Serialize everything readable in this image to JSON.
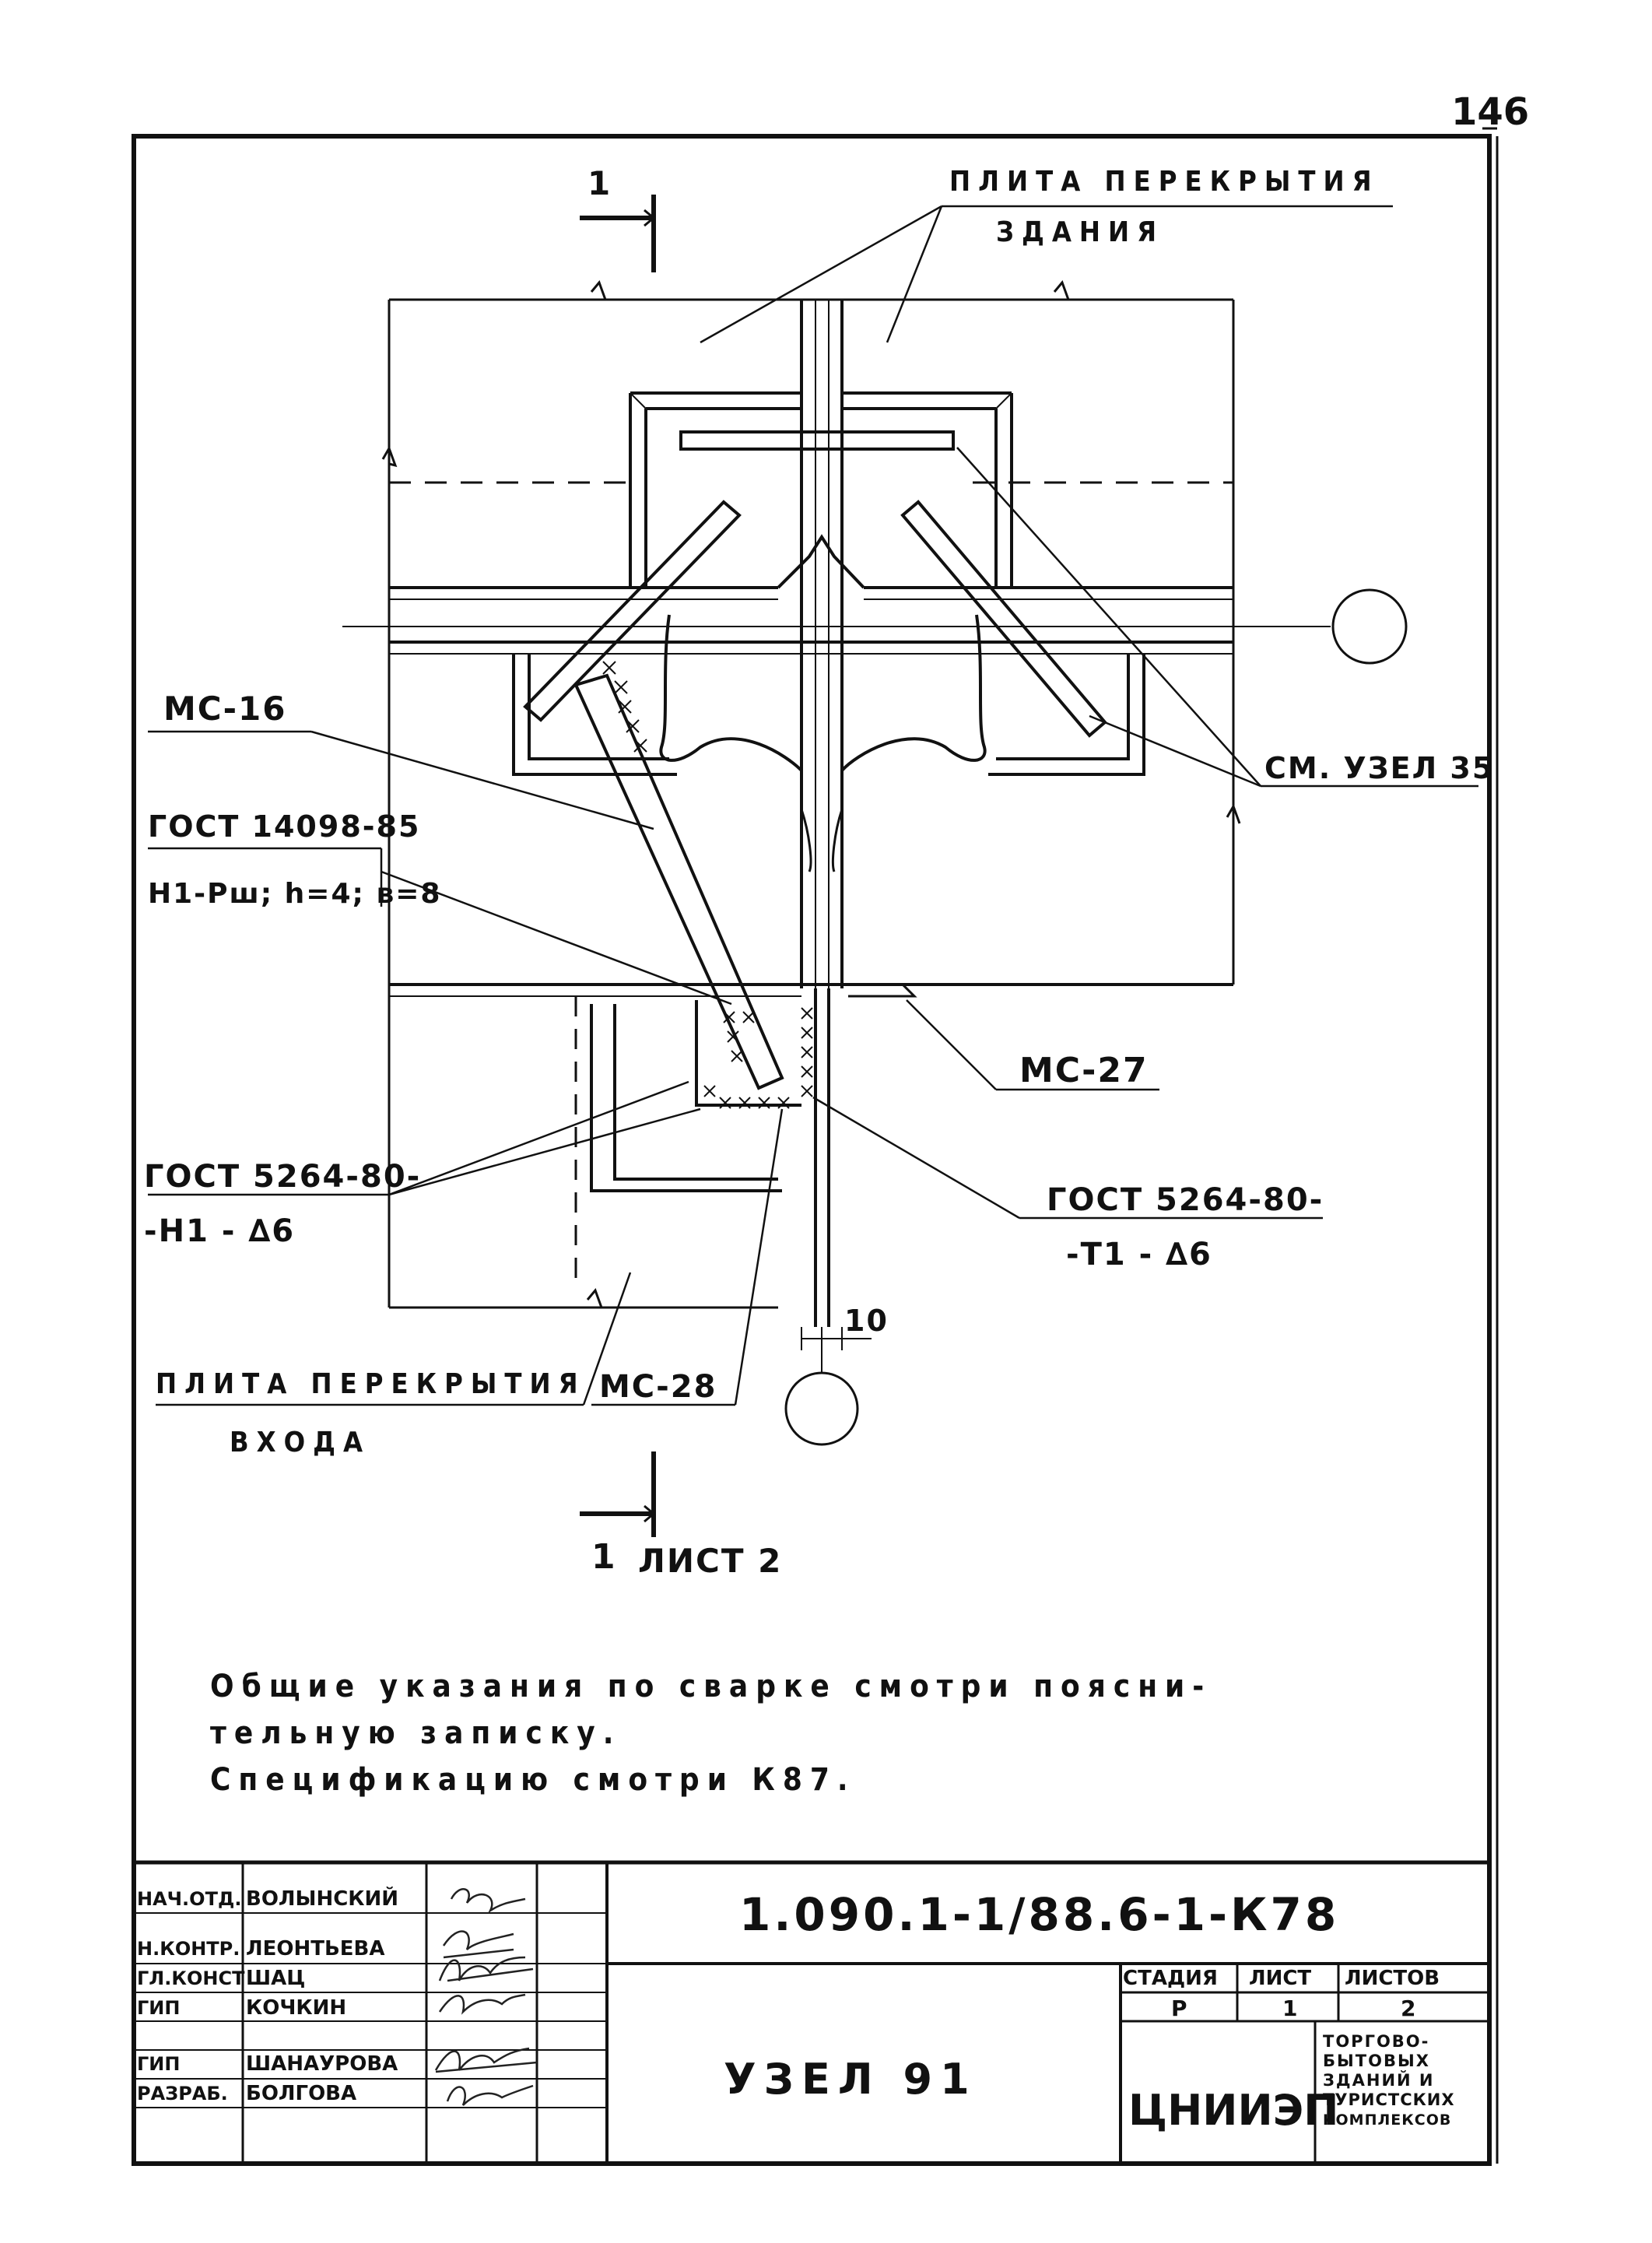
{
  "page_number": "146",
  "labels": {
    "slab_building_1": "ПЛИТА ПЕРЕКРЫТИЯ",
    "slab_building_2": "ЗДАНИЯ",
    "ms16": "МС-16",
    "gost_14098": "ГОСТ 14098-85",
    "gost_14098_type": "Н1-Рш; h=4; в=8",
    "see_node_35": "СМ. УЗЕЛ 35",
    "ms27": "МС-27",
    "gost_5264_h1_1": "ГОСТ 5264-80-",
    "gost_5264_h1_2": "-Н1 - ∆6",
    "gost_5264_t1_1": "ГОСТ 5264-80-",
    "gost_5264_t1_2": "-Т1 - ∆6",
    "dim_10": "10",
    "slab_entrance_1": "ПЛИТА ПЕРЕКРЫТИЯ",
    "slab_entrance_2": "ВХОДА",
    "ms28": "МС-28",
    "section_top": "1",
    "section_bottom": "1",
    "sheet_ref": "ЛИСТ 2"
  },
  "notes": [
    "Общие указания по сварке смотри поясни-",
    "тельную записку.",
    "Спецификацию смотри К87."
  ],
  "title_block": {
    "doc_code": "1.090.1-1/88.6-1-К78",
    "title": "УЗЕЛ 91",
    "people": [
      {
        "role": "НАЧ.ОТД.",
        "name": "ВОЛЫНСКИЙ"
      },
      {
        "role": "Н.КОНТР.",
        "name": "ЛЕОНТЬЕВА"
      },
      {
        "role": "ГЛ.КОНСТ",
        "name": "ШАЦ"
      },
      {
        "role": "ГИП",
        "name": "КОЧКИН"
      },
      {
        "role": "ГИП",
        "name": "ШАНАУРОВА"
      },
      {
        "role": "РАЗРАБ.",
        "name": "БОЛГОВА"
      }
    ],
    "stage_header": "СТАДИЯ",
    "sheet_header": "ЛИСТ",
    "sheets_header": "ЛИСТОВ",
    "stage": "Р",
    "sheet": "1",
    "sheets": "2",
    "org": "ЦНИИЭП",
    "org_desc": [
      "ТОРГОВО-",
      "БЫТОВЫХ",
      "ЗДАНИЙ И",
      "ТУРИСТСКИХ",
      "КОМПЛЕКСОВ"
    ]
  }
}
